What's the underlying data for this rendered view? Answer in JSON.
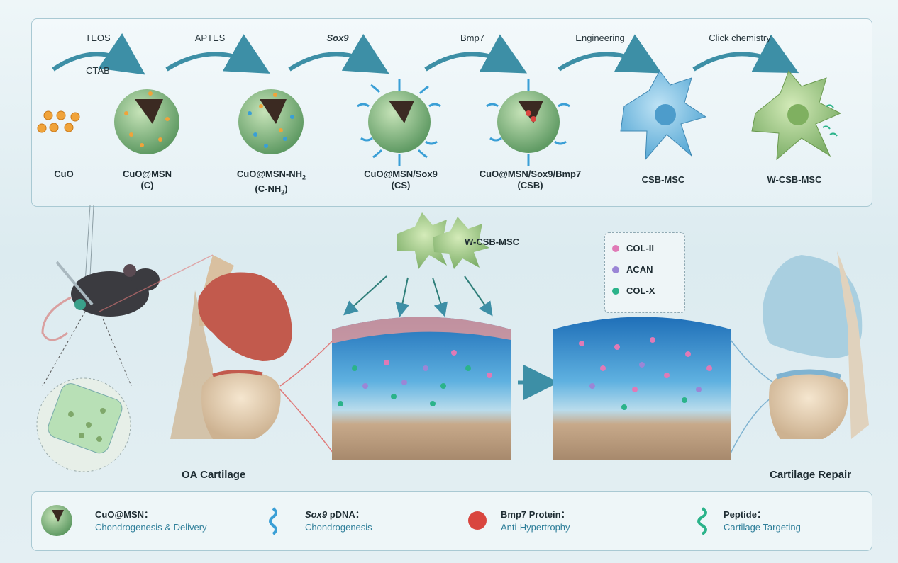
{
  "synthesis": {
    "steps": [
      {
        "top": "TEOS",
        "bottom": "CTAB"
      },
      {
        "top": "APTES"
      },
      {
        "top": "Sox9"
      },
      {
        "top": "Bmp7"
      },
      {
        "top": "Engineering"
      },
      {
        "top": "Click chemistry"
      }
    ],
    "products": [
      {
        "line1": "CuO",
        "line2": ""
      },
      {
        "line1": "CuO@MSN",
        "line2": "(C)"
      },
      {
        "line1": "CuO@MSN-NH",
        "line2": "(C-NH",
        "sub": "2"
      },
      {
        "line1": "CuO@MSN/Sox9",
        "line2": "(CS)"
      },
      {
        "line1": "CuO@MSN/Sox9/Bmp7",
        "line2": "(CSB)"
      },
      {
        "line1": "CSB-MSC",
        "line2": ""
      },
      {
        "line1": "W-CSB-MSC",
        "line2": ""
      }
    ]
  },
  "middle": {
    "cell_label": "W-CSB-MSC",
    "oa_label": "OA Cartilage",
    "repair_label": "Cartilage Repair",
    "markers": [
      {
        "name": "COL-II",
        "color": "#e07ab6",
        "trend": "up"
      },
      {
        "name": "ACAN",
        "color": "#9b86d6",
        "trend": "up"
      },
      {
        "name": "COL-X",
        "color": "#2bb38a",
        "trend": "down"
      }
    ]
  },
  "legend": [
    {
      "title": "CuO@MSN：",
      "desc": "Chondrogenesis & Delivery",
      "icon": "nanoparticle-icon"
    },
    {
      "title_italic": "Sox9",
      "title": " pDNA：",
      "desc": "Chondrogenesis",
      "icon": "dna-icon"
    },
    {
      "title": "Bmp7 Protein：",
      "desc": "Anti-Hypertrophy",
      "icon": "protein-icon"
    },
    {
      "title": "Peptide：",
      "desc": "Cartilage Targeting",
      "icon": "peptide-icon"
    }
  ],
  "colors": {
    "arrow": "#3d8fa6",
    "particle": "#f0a33a",
    "sphere": "#8fbf8a",
    "dna": "#3a9fd6",
    "up": "#d4202c",
    "down": "#1d3f86"
  }
}
